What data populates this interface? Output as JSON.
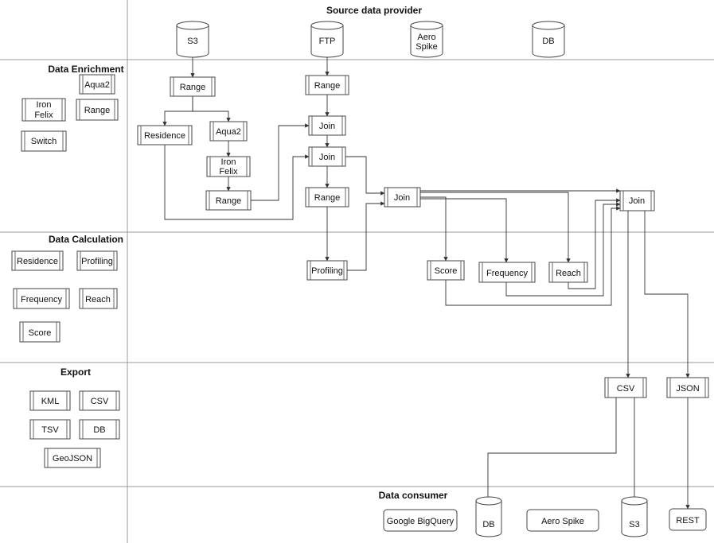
{
  "headers": {
    "source": "Source data provider",
    "enrichment": "Data Enrichment",
    "calculation": "Data Calculation",
    "export": "Export",
    "consumer": "Data consumer"
  },
  "sources": {
    "s3": "S3",
    "ftp": "FTP",
    "aerospike": [
      "Aero",
      "Spike"
    ],
    "db": "DB"
  },
  "palette": {
    "aqua2": "Aqua2",
    "iron_felix": [
      "Iron",
      "Felix"
    ],
    "range": "Range",
    "switch": "Switch",
    "residence": "Residence",
    "profiling": "Profiling",
    "frequency": "Frequency",
    "reach": "Reach",
    "score": "Score",
    "kml": "KML",
    "csv": "CSV",
    "tsv": "TSV",
    "db": "DB",
    "geojson": "GeoJSON"
  },
  "flow": {
    "range_a": "Range",
    "range_b": "Range",
    "residence": "Residence",
    "aqua2": "Aqua2",
    "iron_felix": [
      "Iron",
      "Felix"
    ],
    "range_c": "Range",
    "join_a": "Join",
    "join_b": "Join",
    "range_d": "Range",
    "join_c": "Join",
    "profiling": "Profiling",
    "score": "Score",
    "frequency": "Frequency",
    "reach": "Reach",
    "join_d": "Join",
    "csv": "CSV",
    "json": "JSON"
  },
  "consumers": {
    "bigquery": "Google BigQuery",
    "db": "DB",
    "aerospike": "Aero Spike",
    "s3": "S3",
    "rest": "REST"
  }
}
